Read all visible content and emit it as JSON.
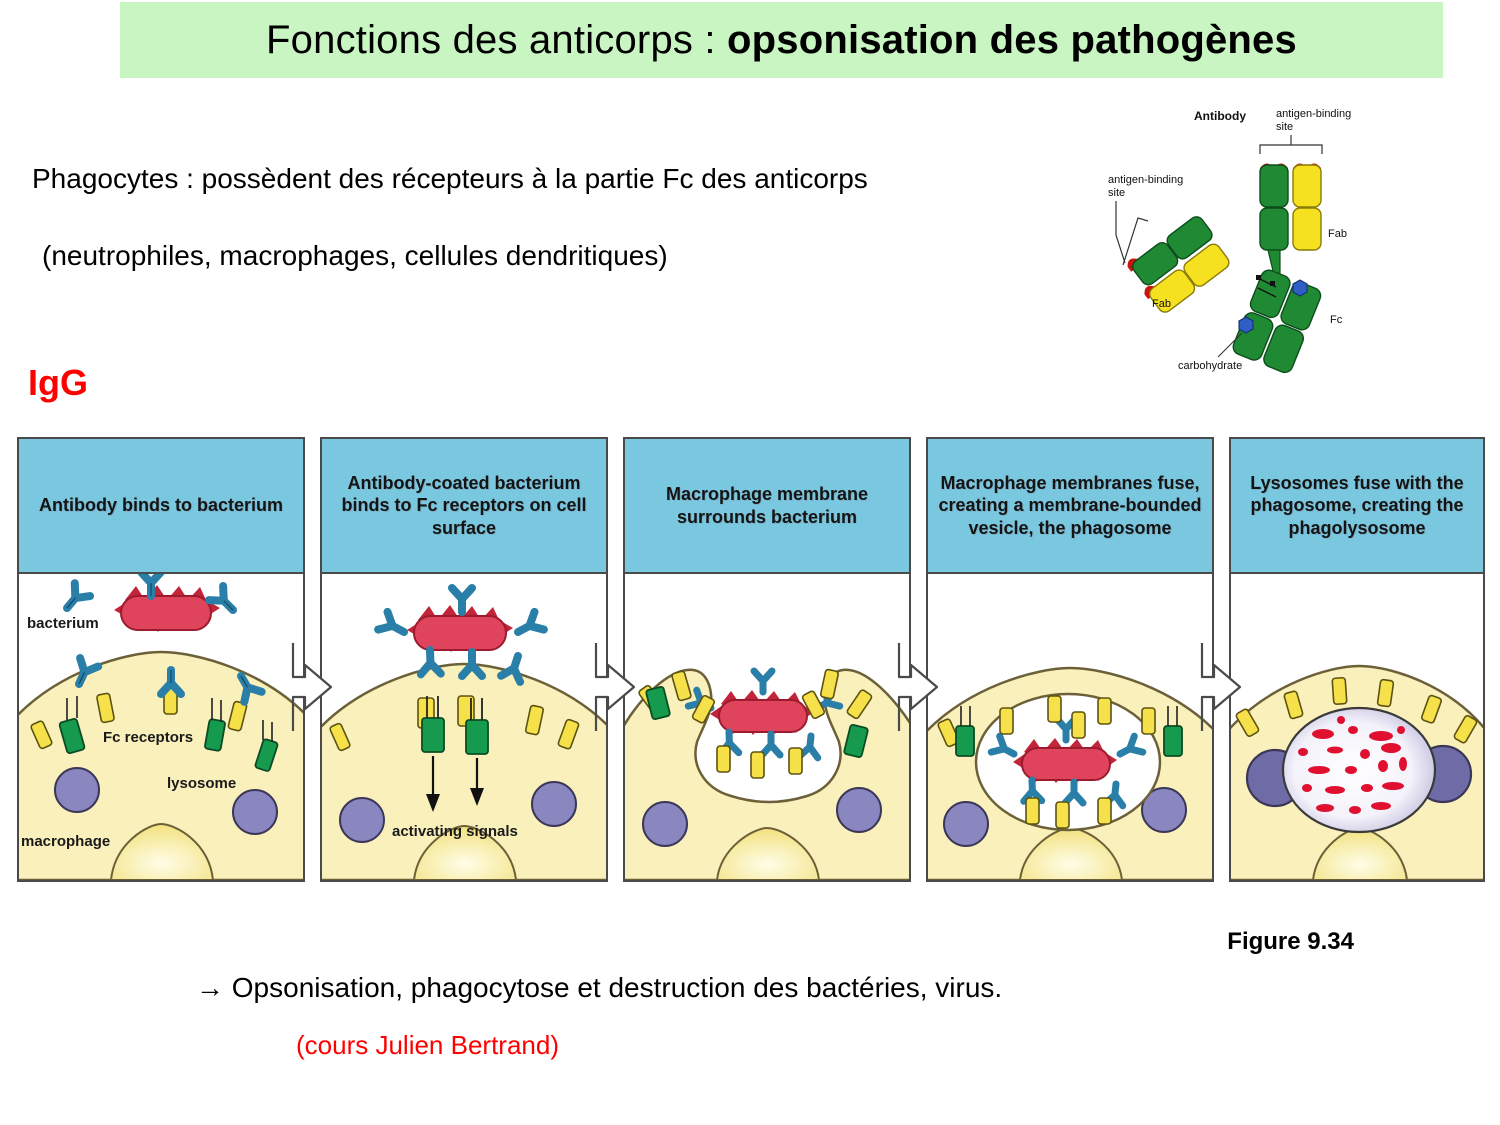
{
  "slide": {
    "title_plain": "Fonctions des anticorps : ",
    "title_bold": "opsonisation des pathogènes",
    "title_band_color": "#c8f5c1",
    "body_line_1": "Phagocytes : possèdent des récepteurs à la partie Fc des anticorps",
    "body_line_2": "(neutrophiles, macrophages, cellules dendritiques)",
    "igg_label": "IgG",
    "igg_color": "#ff0000",
    "figure_caption": "Figure 9.34",
    "conclusion": "→ Opsonisation, phagocytose et destruction des bactéries, virus.",
    "credit": "(cours Julien Bertrand)",
    "credit_color": "#ff0000"
  },
  "antibody_diagram": {
    "title": "Antibody",
    "label_antigen_site_top": "antigen-binding\nsite",
    "label_antigen_site_top_l1": "antigen-binding",
    "label_antigen_site_top_l2": "site",
    "label_antigen_site_left_l1": "antigen-binding",
    "label_antigen_site_left_l2": "site",
    "label_fab_right": "Fab",
    "label_fab_left": "Fab",
    "label_fc": "Fc",
    "label_carbohydrate": "carbohydrate",
    "colors": {
      "heavy_chain": "#1f8a33",
      "light_chain": "#f5e11f",
      "binding_site": "#cc1111",
      "carbohydrate": "#2f5fc4"
    }
  },
  "panels": [
    {
      "index": 1,
      "header": "Antibody binds to bacterium",
      "labels": {
        "bacterium": "bacterium",
        "fc_receptors": "Fc receptors",
        "lysosome": "lysosome",
        "macrophage": "macrophage"
      }
    },
    {
      "index": 2,
      "header": "Antibody-coated bacterium binds to Fc receptors on cell surface",
      "labels": {
        "activating_signals": "activating signals"
      }
    },
    {
      "index": 3,
      "header": "Macrophage membrane surrounds bacterium",
      "labels": {}
    },
    {
      "index": 4,
      "header": "Macrophage membranes fuse, creating a membrane-bounded vesicle, the phagosome",
      "labels": {}
    },
    {
      "index": 5,
      "header": "Lysosomes fuse with the phagosome, creating the phagolysosome",
      "labels": {}
    }
  ],
  "palette": {
    "panel_header_blue": "#7ac7e0",
    "panel_border": "#4a4a4a",
    "macrophage_cytoplasm": "#faf0bc",
    "macrophage_outline": "#6b6038",
    "lysosome_purple": "#8a87c0",
    "bacterium_red": "#e0445c",
    "bacterium_spike": "#c2253a",
    "antibody_blue": "#2a7fa8",
    "receptor_yellow": "#f7e14a",
    "receptor_green": "#169b4e"
  }
}
